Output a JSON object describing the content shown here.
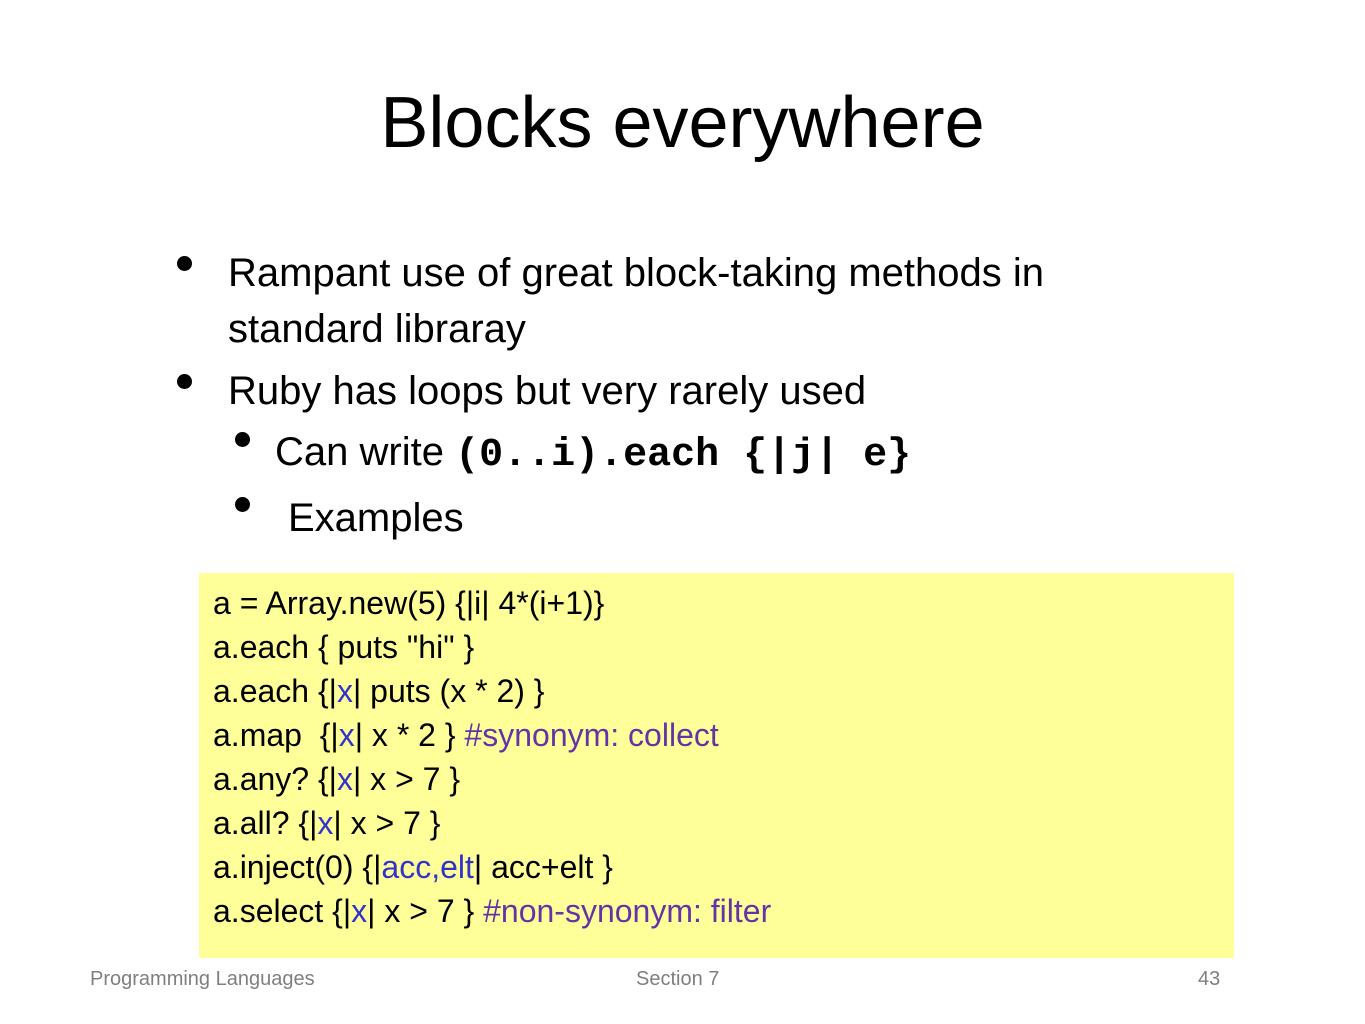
{
  "slide": {
    "title": "Blocks everywhere",
    "bullets": [
      {
        "line1": "Rampant use of great block-taking methods in",
        "line2": "standard libraray"
      },
      {
        "text": "Ruby has loops but very rarely used"
      }
    ],
    "subbullets": [
      {
        "prefix": "Can write ",
        "code": "(0..i).each {|j| e}"
      },
      {
        "text": "Examples"
      }
    ]
  },
  "code_box": {
    "background": "#ffff99",
    "lines": [
      {
        "parts": [
          "a = Array.new(5) {|i| 4*(i+1)}"
        ]
      },
      {
        "parts": [
          "a.each { puts \"hi\" }"
        ]
      },
      {
        "parts": [
          "a.each {|",
          "x",
          "| puts (x * 2) }"
        ]
      },
      {
        "parts": [
          "a.map  {|",
          "x",
          "| x * 2 } ",
          "#synonym: collect"
        ]
      },
      {
        "parts": [
          "a.any? {|",
          "x",
          "| x > 7 }"
        ]
      },
      {
        "parts": [
          "a.all? {|",
          "x",
          "| x > 7 }"
        ]
      },
      {
        "parts": [
          "a.inject(0) {|",
          "acc,elt",
          "| acc+elt }"
        ]
      },
      {
        "parts": [
          "a.select {|",
          "x",
          "| x > 7 } ",
          "#non-synonym: filter"
        ]
      }
    ]
  },
  "footer": {
    "left": "Programming Languages",
    "center": "Section 7",
    "page_number": "43"
  },
  "colors": {
    "param": "#3333cc",
    "comment": "#6633a6",
    "footer_text": "#7f7f7f"
  }
}
